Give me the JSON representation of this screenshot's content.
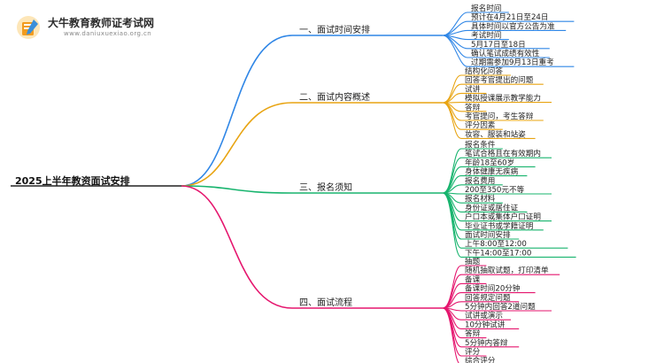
{
  "brand": {
    "name": "大牛教育教师证考试网",
    "url": "www.daniuxuexiao.org.cn"
  },
  "mindmap": {
    "root": "2025上半年教资面试安排",
    "branches": [
      {
        "label": "一、面试时间安排",
        "color": "#2f86e6",
        "items": [
          "报名时间",
          "预计在4月21日至24日",
          "具体时间以官方公告为准",
          "考试时间",
          "5月17日至18日",
          "确认笔试成绩有效性",
          "过期需参加9月13日重考"
        ]
      },
      {
        "label": "二、面试内容概述",
        "color": "#e8a412",
        "items": [
          "结构化问答",
          "回答考官提出的问题",
          "试讲",
          "模拟授课展示教学能力",
          "答辩",
          "考官提问，考生答辩",
          "评分因素",
          "妆容、服装和站姿"
        ]
      },
      {
        "label": "三、报名须知",
        "color": "#18b46e",
        "items": [
          "报名条件",
          "笔试合格且在有效期内",
          "年龄18至60岁",
          "身体健康无疾病",
          "报名费用",
          "200至350元不等",
          "报名材料",
          "身份证或居住证",
          "户口本或集体户口证明",
          "毕业证书或学籍证明",
          "面试时间安排",
          "上午8:00至12:00",
          "下午14:00至17:00"
        ]
      },
      {
        "label": "四、面试流程",
        "color": "#e5166e",
        "items": [
          "抽题",
          "随机抽取试题，打印清单",
          "备课",
          "备课时间20分钟",
          "回答规定问题",
          "5分钟内回答2道问题",
          "试讲或演示",
          "10分钟试讲",
          "答辩",
          "5分钟内答辩",
          "评分",
          "综合评分"
        ]
      }
    ]
  }
}
